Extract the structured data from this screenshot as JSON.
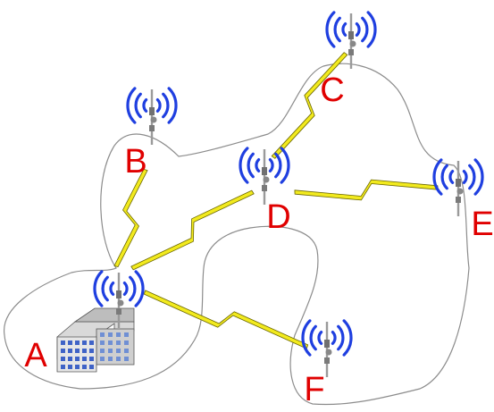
{
  "diagram": {
    "type": "wireless mesh network topology",
    "colors": {
      "wave": "#1f3fe0",
      "label": "#e00000",
      "link_fill": "#f2ea1e",
      "link_stroke": "#6a6600",
      "boundary": "#8c8c8c",
      "mast": "#9a9a9a"
    },
    "nodes": [
      {
        "id": "A",
        "label": "A",
        "has_building": true
      },
      {
        "id": "B",
        "label": "B"
      },
      {
        "id": "C",
        "label": "C"
      },
      {
        "id": "D",
        "label": "D"
      },
      {
        "id": "E",
        "label": "E"
      },
      {
        "id": "F",
        "label": "F"
      }
    ],
    "links": [
      {
        "from": "A",
        "to": "B"
      },
      {
        "from": "A",
        "to": "D"
      },
      {
        "from": "A",
        "to": "F"
      },
      {
        "from": "D",
        "to": "C"
      },
      {
        "from": "D",
        "to": "E"
      }
    ],
    "icons": [
      "antenna-tower-icon",
      "wireless-wave-icon",
      "lightning-link-icon",
      "building-icon"
    ]
  }
}
